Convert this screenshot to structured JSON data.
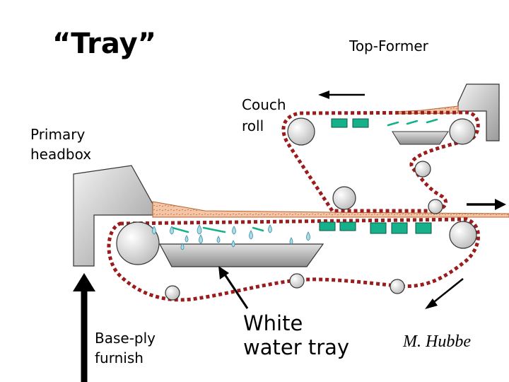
{
  "title": "“Tray”",
  "subtitle": "Top-Former",
  "labels": {
    "couch_line1": "Couch",
    "couch_line2": "roll",
    "primary_line1": "Primary",
    "primary_line2": "headbox",
    "baseply_line1": "Base-ply",
    "baseply_line2": "furnish",
    "white_line1": "White",
    "white_line2": "water tray"
  },
  "credit": "M. Hubbe",
  "colors": {
    "wire": "#9b1c1c",
    "foil_box": "#16b08a",
    "stock": "#f5c5a8",
    "stock_outline": "#b5652f",
    "droplet": "#a9dce8",
    "roll_fill": "#d9d9d9"
  },
  "icons": [
    "arrow-up-icon",
    "arrow-left-icon",
    "arrow-right-icon",
    "arrow-down-left-icon",
    "arrow-up-left-icon",
    "droplet-icon"
  ]
}
